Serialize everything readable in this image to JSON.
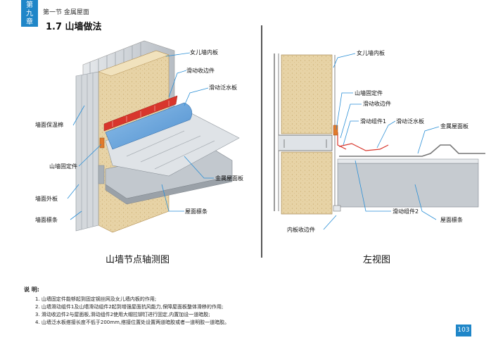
{
  "header": {
    "chapter_chars": [
      "第",
      "九",
      "章"
    ],
    "section_label": "第一节  金属屋面",
    "section_title": "1.7  山墙做法"
  },
  "left_figure": {
    "title": "山墙节点轴测图",
    "labels": {
      "parapet_inner": "女儿墙内板",
      "slide_trim": "滑动收边件",
      "slide_flashing": "滑动泛水板",
      "wall_insulation": "墙面保温棉",
      "gable_bracket": "山墙固定件",
      "roof_panel": "金属屋面板",
      "wall_outer": "墙面外板",
      "roof_purlin": "屋面檩条",
      "wall_purlin": "墙面檩条"
    }
  },
  "right_figure": {
    "title": "左视图",
    "labels": {
      "parapet_inner": "女儿墙内板",
      "gable_bracket": "山墙固定件",
      "slide_trim": "滑动收边件",
      "slide_assembly_1": "滑动组件1",
      "slide_flashing": "滑动泛水板",
      "roof_panel": "金属屋面板",
      "slide_assembly_2": "滑动组件2",
      "roof_purlin": "屋面檩条",
      "inner_trim": "内板收边件"
    }
  },
  "notes": {
    "heading": "说  明:",
    "items": [
      "1. 山墙固定件能够起到固定钢丝网及女儿墙内板的作用;",
      "2. 山墙滑动组件1及山墙滑动组件2起到增强屋面抗风能力,保障屋面板整体滑移的作用;",
      "3. 滑动收边件2与屋面板,滑动组件2使用大帽拉铆钉进行固定,内置加设一道暗胶;",
      "4. 山墙泛水板搭接长度不低于200mm,搭接位置处设置两道暗胶或者一道明胶一道暗胶。"
    ]
  },
  "page_number": "103",
  "colors": {
    "accent_blue": "#1f86c8",
    "insulation": "#e7d3a6",
    "flashing": "#6aa7dd",
    "trim_red": "#d8362c",
    "steel": "#c9ced4"
  }
}
